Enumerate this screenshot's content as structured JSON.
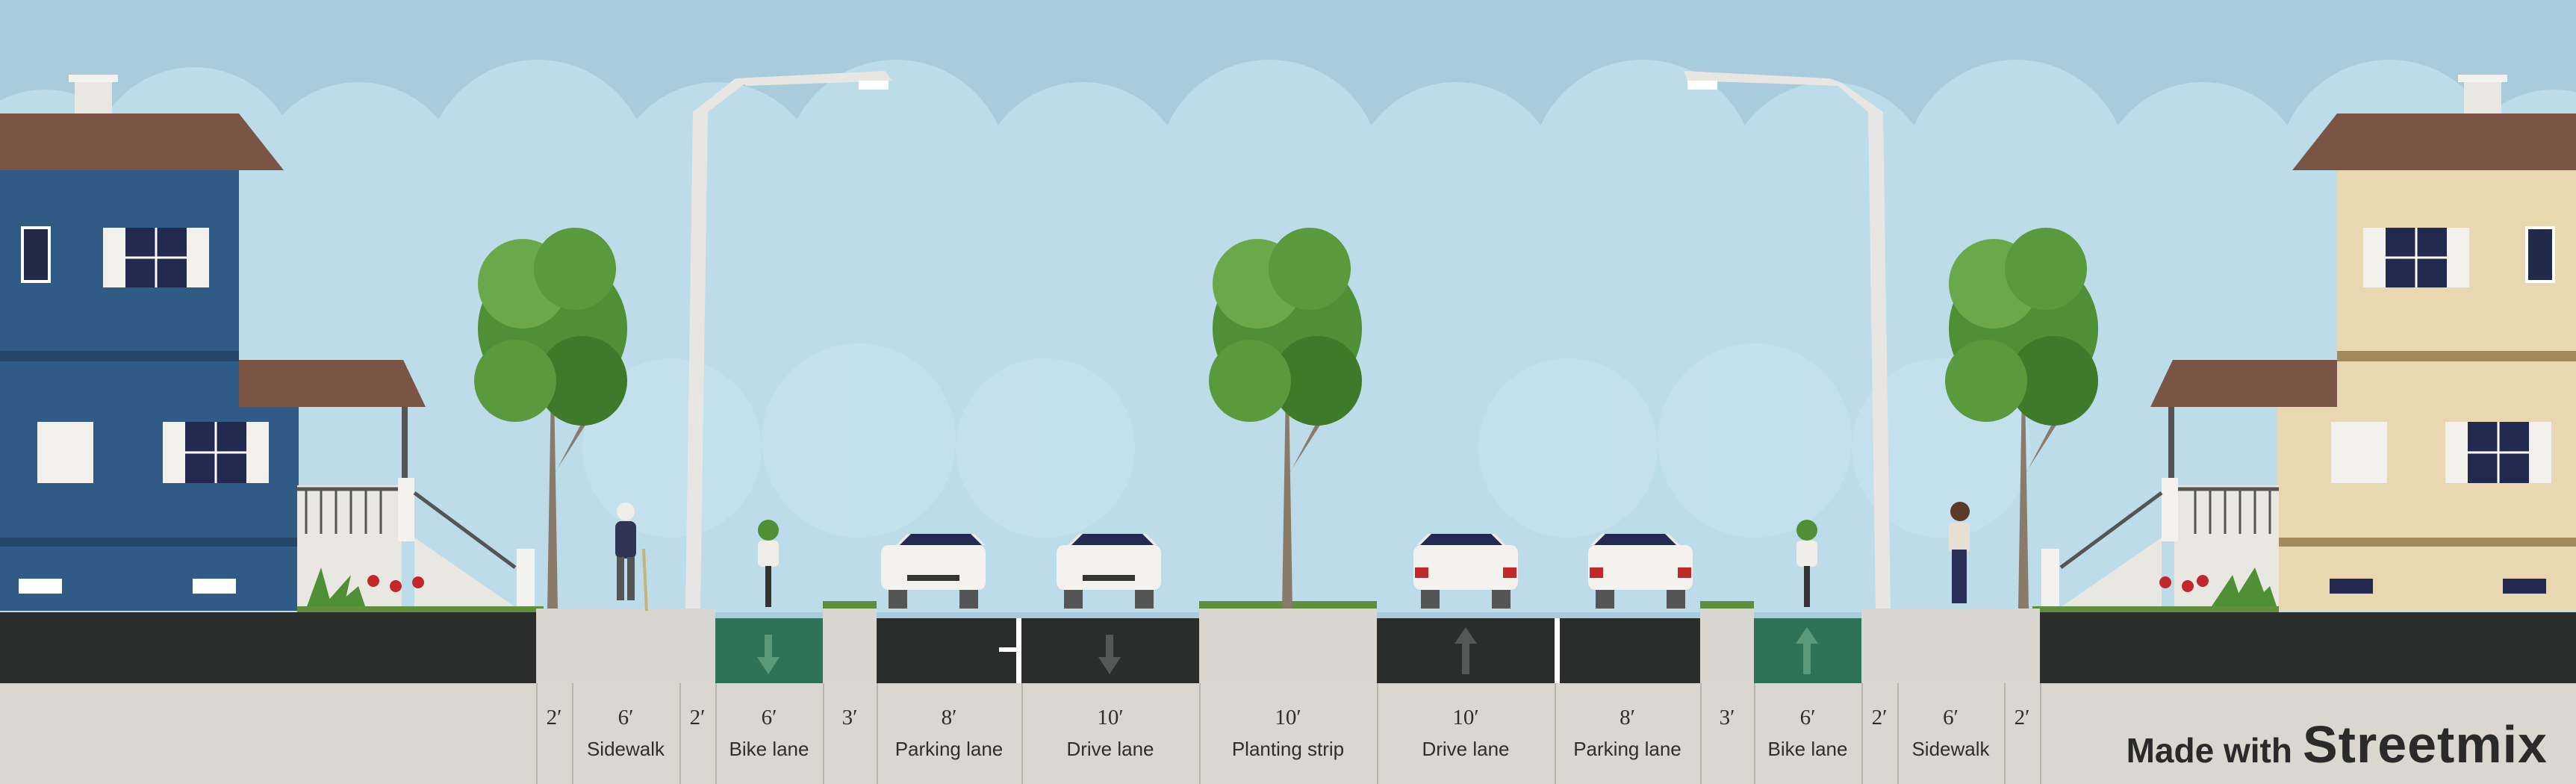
{
  "segments": [
    {
      "width": "2′",
      "name": ""
    },
    {
      "width": "6′",
      "name": "Sidewalk"
    },
    {
      "width": "2′",
      "name": ""
    },
    {
      "width": "6′",
      "name": "Bike lane"
    },
    {
      "width": "3′",
      "name": ""
    },
    {
      "width": "8′",
      "name": "Parking lane"
    },
    {
      "width": "10′",
      "name": "Drive lane"
    },
    {
      "width": "10′",
      "name": "Planting strip"
    },
    {
      "width": "10′",
      "name": "Drive lane"
    },
    {
      "width": "8′",
      "name": "Parking lane"
    },
    {
      "width": "3′",
      "name": ""
    },
    {
      "width": "6′",
      "name": "Bike lane"
    },
    {
      "width": "2′",
      "name": ""
    },
    {
      "width": "6′",
      "name": "Sidewalk"
    },
    {
      "width": "2′",
      "name": ""
    }
  ],
  "credit": {
    "prefix": "Made with",
    "brand": "Streetmix"
  },
  "colors": {
    "sky": "#a8ccdc",
    "cloud": "#bcdcea",
    "asphalt": "#2b2d2c",
    "bike_lane": "#2e7355",
    "sidewalk": "#d9d6d0",
    "label_bar": "#dad7d1",
    "left_house": "#2f5b86",
    "right_house": "#e8d7b0",
    "roof": "#7a5444",
    "tree": "#4f8f35"
  },
  "icons": [
    "house-icon",
    "streetlight-icon",
    "tree-icon",
    "pedestrian-icon",
    "cyclist-icon",
    "car-icon",
    "lane-arrow-icon"
  ]
}
